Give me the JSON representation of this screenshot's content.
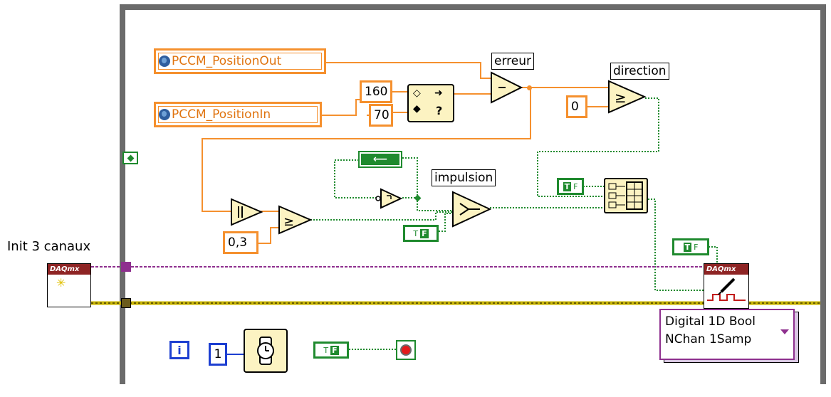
{
  "labels": {
    "init": "Init 3 canaux",
    "erreur": "erreur",
    "direction": "direction",
    "impulsion": "impulsion"
  },
  "globals": {
    "position_out": "PCCM_PositionOut",
    "position_in": "PCCM_PositionIn"
  },
  "constants": {
    "c160": "160",
    "c70": "70",
    "c0": "0",
    "c03": "0,3",
    "wait": "1"
  },
  "iteration": "i",
  "daqmx": {
    "create_title": "DAQmx",
    "write_title": "DAQmx",
    "polymorph_line1": "Digital 1D Bool",
    "polymorph_line2": "NChan 1Samp"
  },
  "colors": {
    "orange_wire": "#f5902e",
    "bool_wire": "#1f8a2e",
    "task_wire": "#8e2f8e",
    "error_wire": "#c8b400",
    "loop_frame": "#6b6b6b",
    "stop": "#e31b1b"
  }
}
